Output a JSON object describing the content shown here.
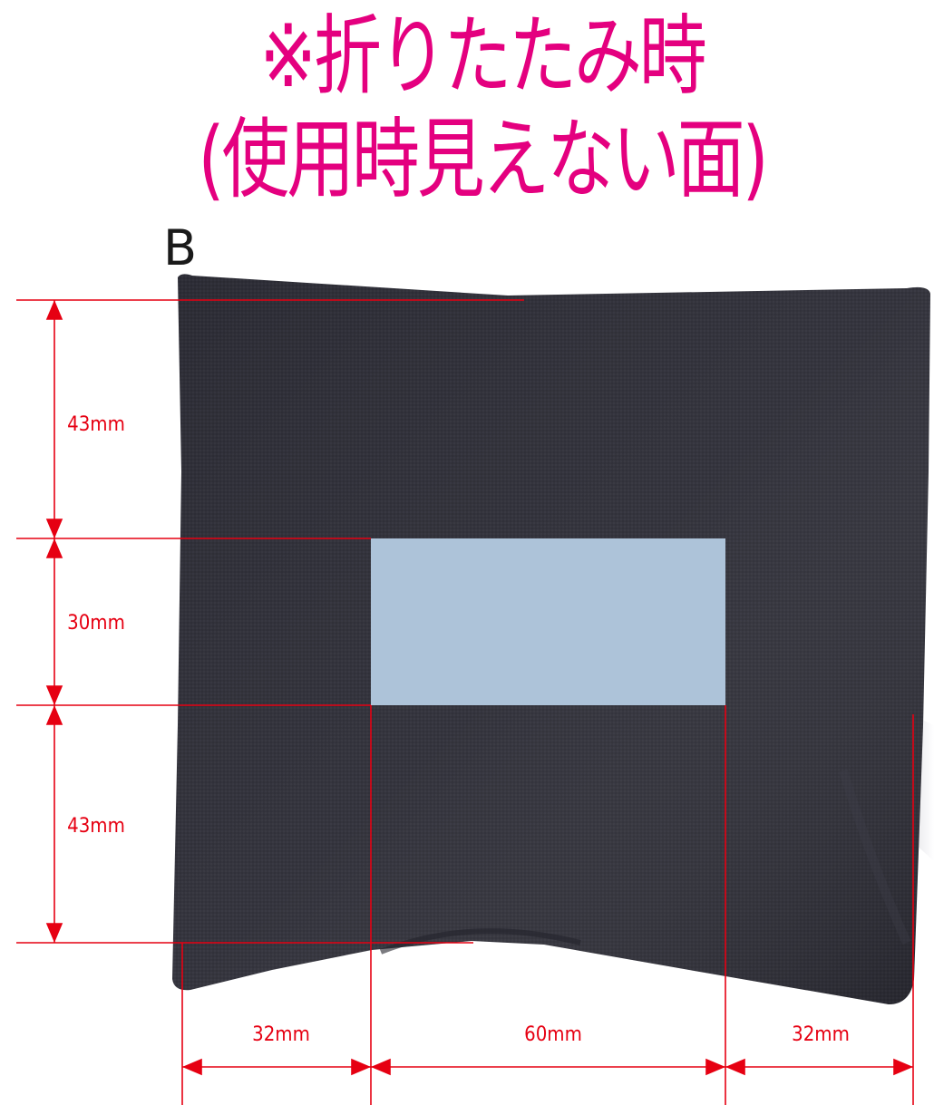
{
  "title": {
    "line1": "※折りたたみ時",
    "line2": "(使用時見えない面)"
  },
  "panel_label": "B",
  "dimensions": {
    "vertical": [
      "43mm",
      "30mm",
      "43mm"
    ],
    "horizontal": [
      "32mm",
      "60mm",
      "32mm"
    ]
  },
  "colors": {
    "title": "#e4007f",
    "dimension": "#e60012",
    "bag": "#2f2f38",
    "print_area": "#adc3d9"
  }
}
